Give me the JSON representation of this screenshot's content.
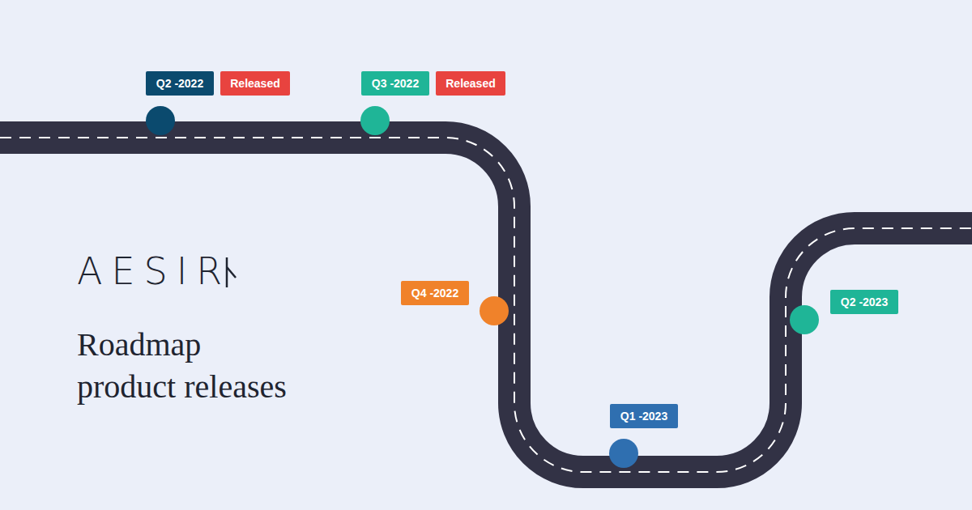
{
  "diagram": {
    "title": "Roadmap product releases",
    "nodes": [
      {
        "text": [
          "Q2 -2022"
        ]
      },
      {
        "text": [
          "Released"
        ]
      },
      {
        "text": [
          "Q3 -2022"
        ]
      },
      {
        "text": [
          "Released"
        ]
      },
      {
        "text": [
          "Q4 -2022"
        ]
      },
      {
        "text": [
          "Q1 -2023"
        ]
      },
      {
        "text": [
          "Q2 -2023"
        ]
      }
    ],
    "labels": [
      "AESIR"
    ]
  }
}
